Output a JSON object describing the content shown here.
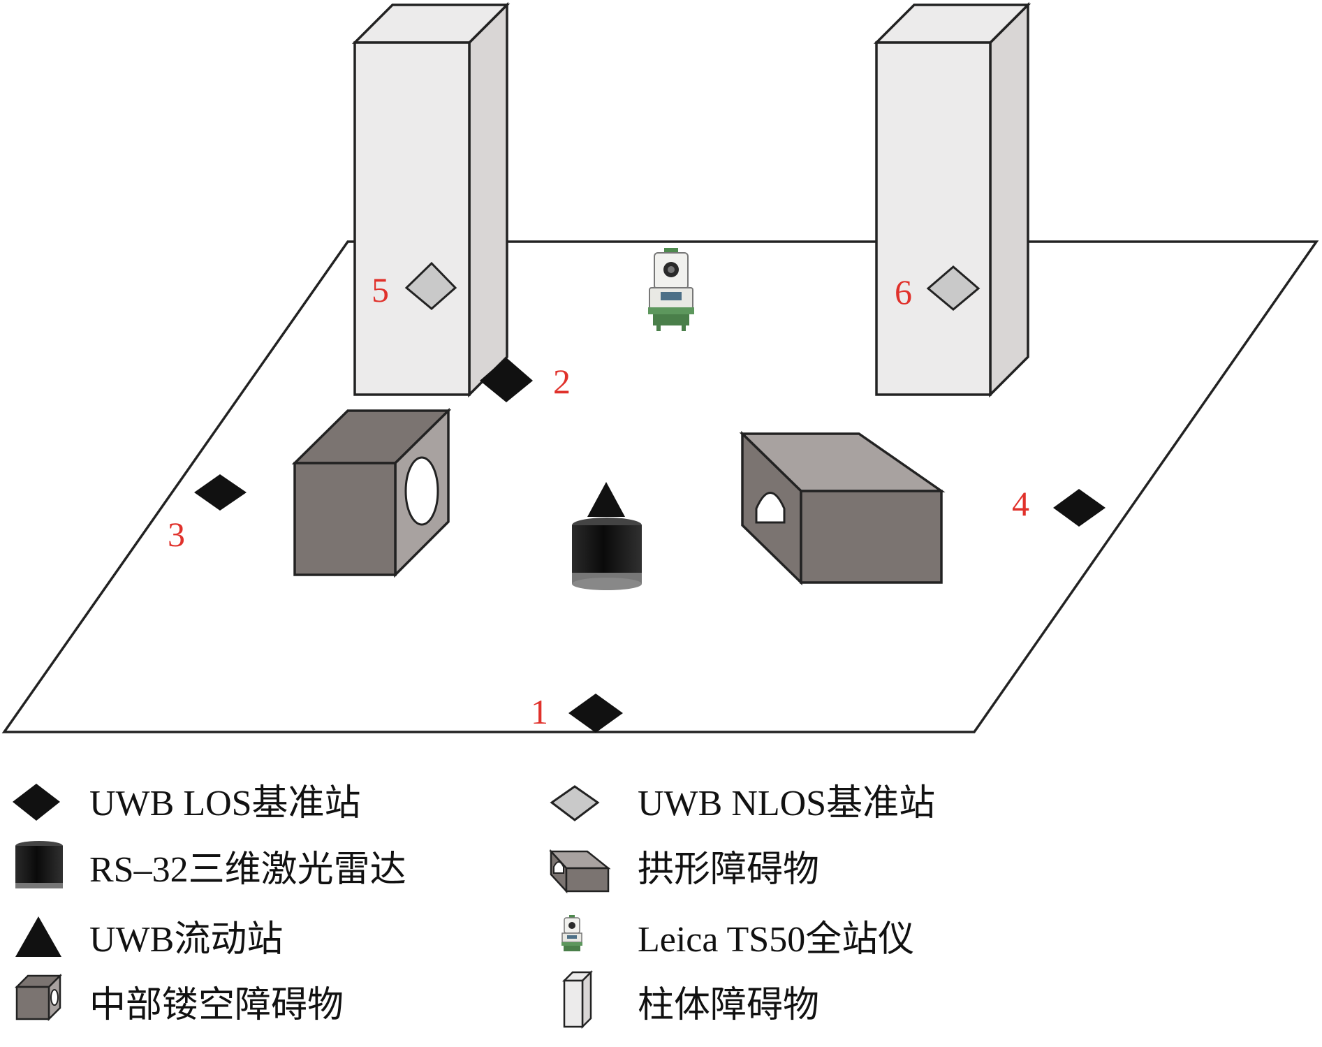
{
  "stations": {
    "s1": "1",
    "s2": "2",
    "s3": "3",
    "s4": "4",
    "s5": "5",
    "s6": "6"
  },
  "legend": {
    "los_station": "UWB LOS基准站",
    "nlos_station": "UWB NLOS基准站",
    "lidar": "RS–32三维激光雷达",
    "arch_obstacle": "拱形障碍物",
    "rover": "UWB流动站",
    "total_station": "Leica TS50全站仪",
    "hollow_obstacle": "中部镂空障碍物",
    "pillar_obstacle": "柱体障碍物"
  },
  "colors": {
    "los": "#111111",
    "nlos": "#c9c9c9",
    "box_dark": "#7b7471",
    "box_top": "#a8a2a0",
    "pillar_front": "#eceaea",
    "pillar_side": "#dcd9d8",
    "number_red": "#e0312b"
  }
}
